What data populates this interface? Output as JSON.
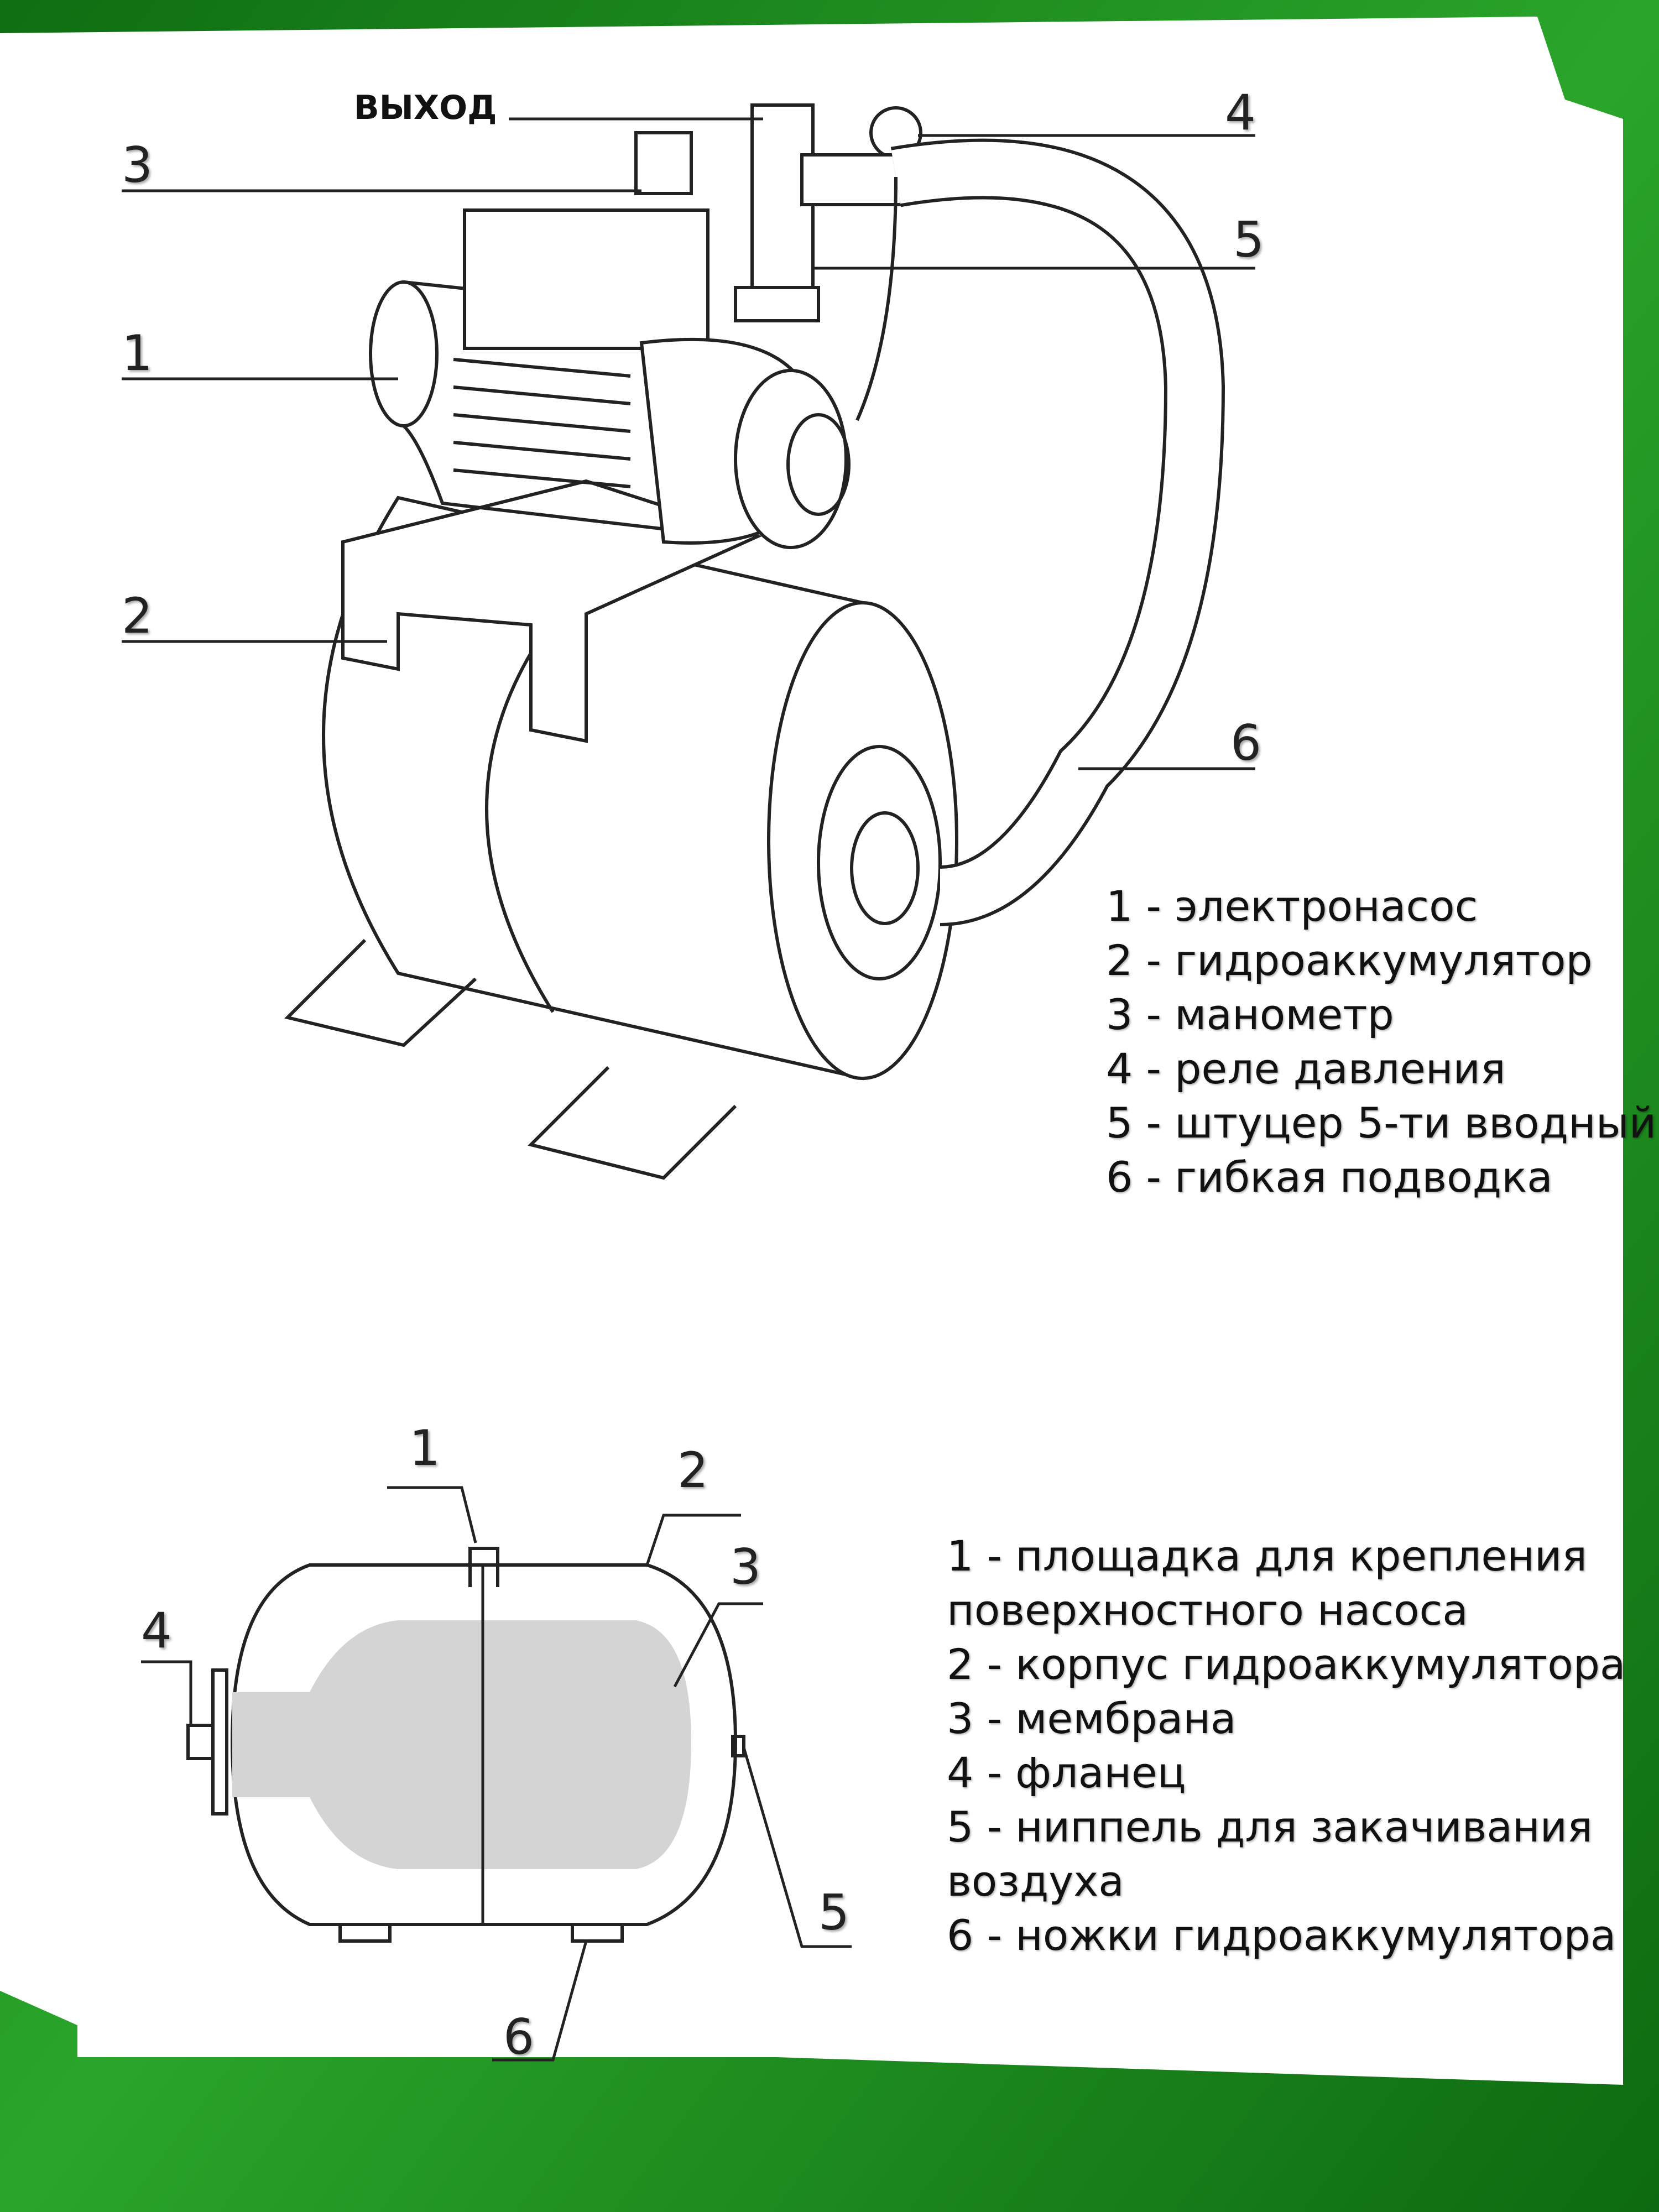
{
  "top_diagram": {
    "outlet_label": "ВЫХОД",
    "callouts": [
      "1",
      "2",
      "3",
      "4",
      "5",
      "6"
    ],
    "legend": [
      "1 - электронасос",
      "2 - гидроаккумулятор",
      "3 - манометр",
      "4 - реле давления",
      "5 - штуцер 5-ти вводный",
      "6 - гибкая подводка"
    ]
  },
  "bottom_diagram": {
    "callouts": [
      "1",
      "2",
      "3",
      "4",
      "5",
      "6"
    ],
    "legend": [
      "1 - площадка для крепления",
      "поверхностного насоса",
      "2 - корпус гидроаккумулятора",
      "3 - мембрана",
      "4 - фланец",
      "5 - ниппель для закачивания",
      "воздуха",
      "6 - ножки гидроаккумулятора"
    ]
  },
  "colors": {
    "frame_green": "#1a8a1a",
    "panel": "#ffffff",
    "membrane": "#d4d4d4",
    "ink": "#222222"
  }
}
